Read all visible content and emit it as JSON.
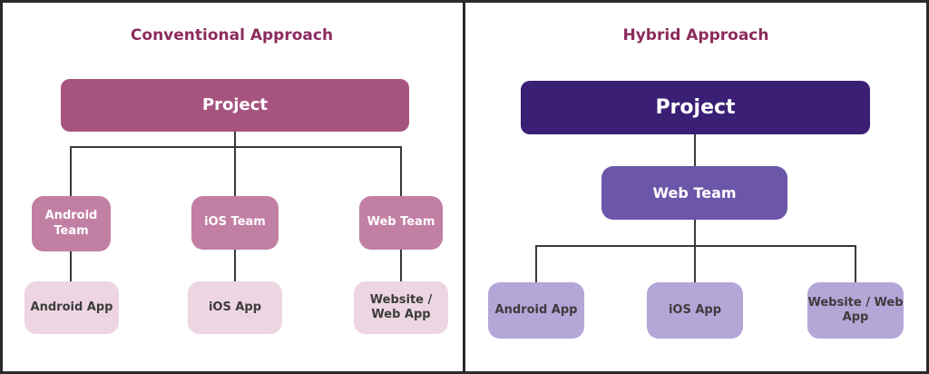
{
  "diagram": {
    "left_panel": {
      "title": "Conventional Approach",
      "project_label": "Project",
      "teams": [
        {
          "label": "Android Team"
        },
        {
          "label": "iOS Team"
        },
        {
          "label": "Web Team"
        }
      ],
      "apps": [
        {
          "label": "Android App"
        },
        {
          "label": "iOS App"
        },
        {
          "label": "Website / Web App"
        }
      ]
    },
    "right_panel": {
      "title": "Hybrid Approach",
      "project_label": "Project",
      "team_label": "Web Team",
      "apps": [
        {
          "label": "Android App"
        },
        {
          "label": "iOS App"
        },
        {
          "label": "Website / Web App"
        }
      ]
    },
    "colors": {
      "title_text": "#8C2B5E",
      "conventional_project": "#A75380",
      "conventional_team": "#C27FA4",
      "conventional_app": "#EDD5E2",
      "hybrid_project": "#3A1F75",
      "hybrid_team": "#6C56A9",
      "hybrid_app": "#B5A6D8",
      "connector_line": "#3A3A3A",
      "dark_text": "#3C3C3C",
      "panel_border": "#2A2A2A"
    }
  }
}
